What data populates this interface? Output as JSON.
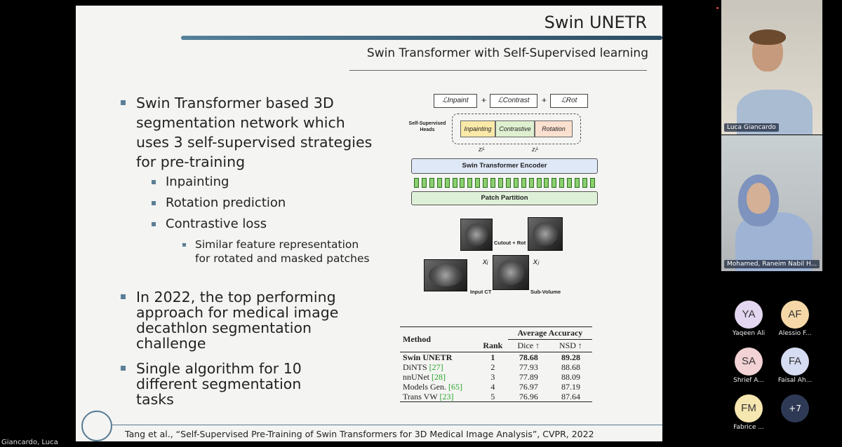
{
  "slide": {
    "title": "Swin UNETR",
    "subtitle": "Swin Transformer with Self-Supervised learning",
    "bullets": {
      "main1": [
        "Swin Transformer based 3D",
        "segmentation network which",
        "uses 3 self-supervised strategies",
        "for pre-training"
      ],
      "sub1": "Inpainting",
      "sub2": "Rotation prediction",
      "sub3": "Contrastive loss",
      "subsub1": [
        "Similar feature representation",
        "for rotated and masked patches"
      ],
      "main2": [
        "In 2022, the top performing",
        "approach for medical image",
        "decathlon segmentation",
        "challenge"
      ],
      "main3": [
        "Single algorithm for 10",
        "different segmentation",
        "tasks"
      ]
    },
    "diagram": {
      "loss_inpaint": "ℒInpaint",
      "loss_contrast": "ℒContrast",
      "loss_rot": "ℒRot",
      "plus": "+",
      "heads_label": "Self-Supervised Heads",
      "head_inpainting": "Inpainting",
      "head_contrastive": "Contrastive",
      "head_rotation": "Rotation",
      "z_i": "zᵢᴸ",
      "z_j": "zⱼᴸ",
      "encoder": "Swin Transformer Encoder",
      "partition": "Patch Partition",
      "cutout": "Cutout + Rot",
      "x_i": "xᵢ",
      "x_j": "xⱼ",
      "input_ct": "Input CT",
      "sub_volume": "Sub-Volume"
    },
    "table": {
      "header_method": "Method",
      "header_rank": "Rank",
      "header_avg": "Average Accuracy",
      "header_dice": "Dice ↑",
      "header_nsd": "NSD ↑",
      "rows": [
        {
          "method": "Swin UNETR",
          "ref": "",
          "rank": "1",
          "dice": "78.68",
          "nsd": "89.28"
        },
        {
          "method": "DiNTS",
          "ref": "[27]",
          "rank": "2",
          "dice": "77.93",
          "nsd": "88.68"
        },
        {
          "method": "nnUNet",
          "ref": "[28]",
          "rank": "3",
          "dice": "77.89",
          "nsd": "88.09"
        },
        {
          "method": "Models Gen.",
          "ref": "[65]",
          "rank": "4",
          "dice": "76.97",
          "nsd": "87.19"
        },
        {
          "method": "Trans VW",
          "ref": "[23]",
          "rank": "5",
          "dice": "76.96",
          "nsd": "87.64"
        }
      ]
    },
    "citation": "Tang et al., “Self-Supervised Pre-Training of Swin Transformers for 3D Medical Image Analysis”, CVPR, 2022"
  },
  "presenter_label": "Giancardo, Luca",
  "participants": {
    "video1_name": "Luca Giancardo",
    "video2_name": "Mohamed, Raneim Nabil H...",
    "avatars": [
      {
        "initials": "YA",
        "name": "Yaqeen Ali",
        "color": "#e3d6f0"
      },
      {
        "initials": "AF",
        "name": "Alessio F...",
        "color": "#f6d8a8"
      },
      {
        "initials": "SA",
        "name": "Shrief A...",
        "color": "#f2d2d4"
      },
      {
        "initials": "FA",
        "name": "Faisal Ah...",
        "color": "#d6dcf2"
      },
      {
        "initials": "FM",
        "name": "Fabrice ...",
        "color": "#f6e6b0"
      }
    ],
    "more": "+7"
  }
}
